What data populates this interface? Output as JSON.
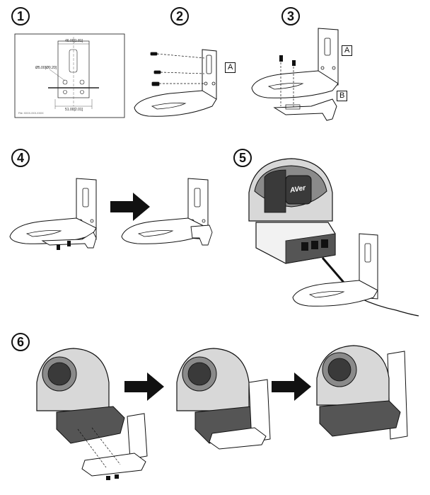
{
  "steps": [
    {
      "label": "1"
    },
    {
      "label": "2"
    },
    {
      "label": "3"
    },
    {
      "label": "4"
    },
    {
      "label": "5"
    },
    {
      "label": "6"
    }
  ],
  "tags": {
    "a": "A",
    "a2": "A",
    "b": "B"
  },
  "dimensions": {
    "top_width": "46.00[1.81]",
    "hole_dia": "Ø5.00[Ø0.20]",
    "bottom_width": "51.00[2.01]"
  },
  "drawing_footer": "File: XXXX-XXX-XXXX",
  "brand": "AVer",
  "colors": {
    "line": "#111111",
    "fill_dark": "#3a3a3a",
    "fill_mid": "#8a8a8a",
    "fill_light": "#d8d8d8"
  }
}
